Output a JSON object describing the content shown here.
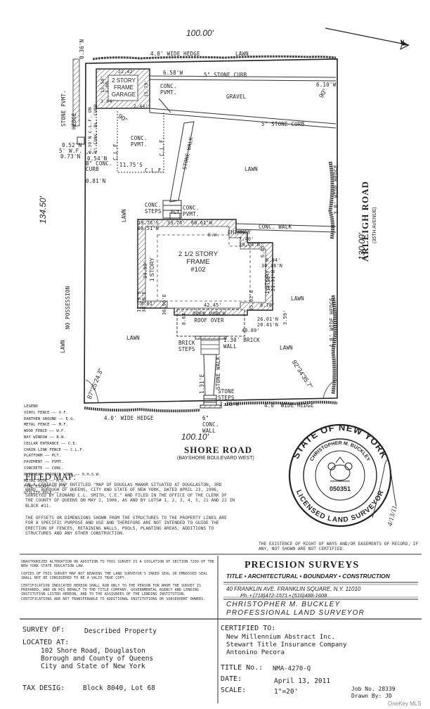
{
  "plan": {
    "north_arrow": "N",
    "top_dim": "100.00'",
    "bottom_dim": "100.10'",
    "left_dim": "134.50'",
    "right_dim": "130.00'",
    "street_right": "ARLEIGH ROAD",
    "street_right_sub": "(35TH AVENUE)",
    "street_bottom": "SHORE ROAD",
    "street_bottom_sub": "(BAYSHORE BOULEVARD WEST)",
    "angle_left": "87°25'24.3\"",
    "angle_right": "92°34'35.7\"",
    "angle_tr": "90°",
    "angle_tl": "90°",
    "no_possession": "NO POSSESSION",
    "stone_pvmt": "STONE PVMT.",
    "hedge_left": "HEDGE",
    "top_offset": "0.36'N",
    "hedge_top": "4.0' WIDE HEDGE",
    "lawn_top": "LAWN",
    "curb_top": "5\" STONE CURB",
    "curb_mid": "5\" STONE CURB",
    "gravel": "GRAVEL",
    "garage": [
      "2 STORY",
      "FRAME",
      "GARAGE"
    ],
    "garage_dims": [
      "22.42'",
      "15.50'",
      "15.79'",
      "3.04'",
      "2.44'",
      "3.06'"
    ],
    "d_658": "6.58'W",
    "d_610": "6.10'W",
    "conc_pvmt_1": "CONC. PVMT.",
    "conc_pvmt_2": "CONC. PVMT.",
    "conc_pvmt_3": "CONC. PVMT.",
    "clf_left": "0.39'N C.L.F. ON 8\" CONC. BL. CURB",
    "clf_a": "C.L.F.",
    "clf_b": "C.L.F.",
    "clf_c": "C.L.F.",
    "d_1175": "11.75'S",
    "d_052": "0.52'N",
    "d_5wf": "5' W.F.",
    "d_073": "0.73'N",
    "d_054": "0.54'N",
    "d_8curb": "8\" CONC. CURB",
    "d_081": "0.81'N",
    "stone_walk_top": "STONE WALK",
    "lawn_mid": "LAWN",
    "hedge_right": "3.0' WIDE HEDGE",
    "conc_steps": "CONC. STEPS",
    "plt": "PLT.",
    "conc_walk": "CONC. WALK",
    "house": [
      "2 1/2 STORY",
      "FRAME",
      "#102"
    ],
    "story_1_left": "1 STORY",
    "story_1_right": "1 STORY",
    "chimney": "CHIMNEY",
    "bw": "B.W.",
    "house_dims": [
      "19.76'S",
      "60.51'W",
      "33.76'",
      "60.61'W",
      "7.40'",
      "29.04'N",
      "34.99'",
      "38.06'E",
      "11.19'S",
      "36.96'E",
      "8.61'",
      "42.45'",
      "35.02'E",
      "30.18'N",
      "8.84'",
      "6.65'",
      "8.78'",
      "26.01'N",
      "20.41'N",
      "40.89'",
      "8.64'",
      "3.59'",
      "14.25'",
      "21.91'N"
    ],
    "porch": [
      "OPEN PORCH",
      "ROOF OVER"
    ],
    "lawn_l1": "LAWN",
    "lawn_l2": "LAWN",
    "lawn_r1": "LAWN",
    "lawn_r2": "LAWN",
    "lawn_bl": "LAWN",
    "hedge_r2": "4.0' WIDE HEDGE",
    "brick_steps": "BRICK STEPS",
    "brick_wall": "1.30' BRICK WALL",
    "stone_walk_bottom": "STONE WALK",
    "d_131": "1.31'E",
    "stone_steps": "STONE STEPS",
    "d_336": "3.36'W",
    "hedge_bl": "4.0' WIDE HEDGE",
    "hedge_br": "4.0' WIDE HEDGE",
    "conc_wall": "6\" CONC. WALL"
  },
  "legend": {
    "title": "LEGEND",
    "items": [
      {
        "label": "VINYL FENCE",
        "code": "V.F."
      },
      {
        "label": "EARTHEN GROUND",
        "code": "E.G."
      },
      {
        "label": "METAL FENCE",
        "code": "M.F."
      },
      {
        "label": "WOOD FENCE",
        "code": "W.F."
      },
      {
        "label": "BAY WINDOW",
        "code": "B.W."
      },
      {
        "label": "CELLAR ENTRANCE",
        "code": "C.E."
      },
      {
        "label": "CHAIN LINK FENCE",
        "code": "C.L.F."
      },
      {
        "label": "PLATFORM",
        "code": "PLT."
      },
      {
        "label": "PAVEMENT",
        "code": "PVMT."
      },
      {
        "label": "CONCRETE",
        "code": "CONC."
      },
      {
        "label": "OVERHEAD SERVICE WIRE",
        "code": "O.H.S.W."
      },
      {
        "label": "METAL DOOR",
        "code": "M.D."
      },
      {
        "label": "FIRE ESCAPE",
        "code": "F.E."
      },
      {
        "label": "UTILITY POLE",
        "code": ""
      }
    ]
  },
  "seal": {
    "outer_top": "STATE OF NEW YORK",
    "inner_top": "CHRISTOPHER M. BUCKLEY",
    "number": "050351",
    "outer_bottom": "LICENSED LAND SURVEYOR",
    "signature_date": "4/13/11"
  },
  "filed_map": {
    "title": "FILED MAP:",
    "text": "ON A CERTAIN MAP ENTITLED \"MAP OF DOUGLAS MANOR SITUATED AT DOUGLASTON, 3RD WARD, BOROUGH OF QUEENS, CITY AND STATE OF NEW YORK, DATED APRIL 23, 1906, SURVEYED BY LEONARD C.L. SMITH, C.E.\" AND FILED IN THE OFFICE OF THE CLERK OF THE COUNTY OF QUEENS ON MAY 2, 1906, AS AND BY LOTS# 1, 2, 3, 4, 5, 21 AND 22 IN BLOCK #11."
  },
  "offsets_note": "THE OFFSETS OR DIMENSIONS SHOWN FROM THE STRUCTURES TO THE PROPERTY LINES ARE FOR A SPECIFIC PURPOSE AND USE AND THEREFORE ARE NOT INTENDED TO GUIDE THE ERECTION OF FENCES, RETAINING WALLS, POOLS, PLANTING AREAS, ADDITIONS TO STRUCTURES AND ANY OTHER CONSTRUCTION.",
  "existence_note": "THE EXISTENCE OF RIGHT OF WAYS AND/OR EASEMENTS OF RECORD, IF ANY, NOT SHOWN ARE NOT CERTIFIED.",
  "disclaimer": {
    "p1": "UNAUTHORIZED ALTERATION OR ADDITION TO THIS SURVEY IS A VIOLATION OF SECTION 7209 OF THE NEW YORK STATE EDUCATION LAW.",
    "p2": "COPIES OF THIS SURVEY MAP NOT BEARING THE LAND SURVEYOR'S INKED SEAL OR EMBOSSED SEAL SHALL NOT BE CONSIDERED TO BE A VALID TRUE COPY.",
    "p3": "CERTIFICATION INDICATED HEREON SHALL RUN ONLY TO THE PERSON FOR WHOM THE SURVEY IS PREPARED, AND ON HIS BEHALF TO THE TITLE COMPANY, GOVERNMENTAL AGENCY AND LENDING INSTITUTION LISTED HEREON, AND TO THE ASSIGNEES OF THE LENDING INSTITUTION. CERTIFICATIONS ARE NOT TRANSFERABLE TO ADDITIONAL INSTITUTIONS OR SUBSEQUENT OWNERS."
  },
  "company": {
    "name": "PRECISION SURVEYS",
    "services": "TITLE • ARCHITECTURAL • BOUNDARY • CONSTRUCTION",
    "address": "40 FRANKLIN AVE. FRANKLIN SQUARE, N.Y. 11010",
    "phone": "Ph. • (718)472-1571 • (516)488-1608",
    "surveyor": "CHRISTOPHER M. BUCKLEY",
    "profession": "PROFESSIONAL LAND SURVEYOR"
  },
  "info": {
    "survey_of_label": "SURVEY OF:",
    "survey_of": "Described Property",
    "located_label": "LOCATED AT:",
    "located": [
      "102 Shore Road, Douglaston",
      "Borough and County of Queens",
      "City and State of New York"
    ],
    "tax_label": "TAX DESIG:",
    "tax": "Block 8040, Lot 68",
    "certified_label": "CERTIFIED TO:",
    "certified": [
      "New Millennium Abstract Inc.",
      "Stewart Title Insurance Company",
      "Antonino Pecora"
    ],
    "title_label": "TITLE No.:",
    "title_no": "NMA-4270-Q",
    "date_label": "DATE:",
    "date": "April 13, 2011",
    "scale_label": "SCALE:",
    "scale": "1\"=20'",
    "job": "Job No. 28339",
    "drawn": "Drawn By: JD"
  },
  "watermark": "OneKey MLS"
}
